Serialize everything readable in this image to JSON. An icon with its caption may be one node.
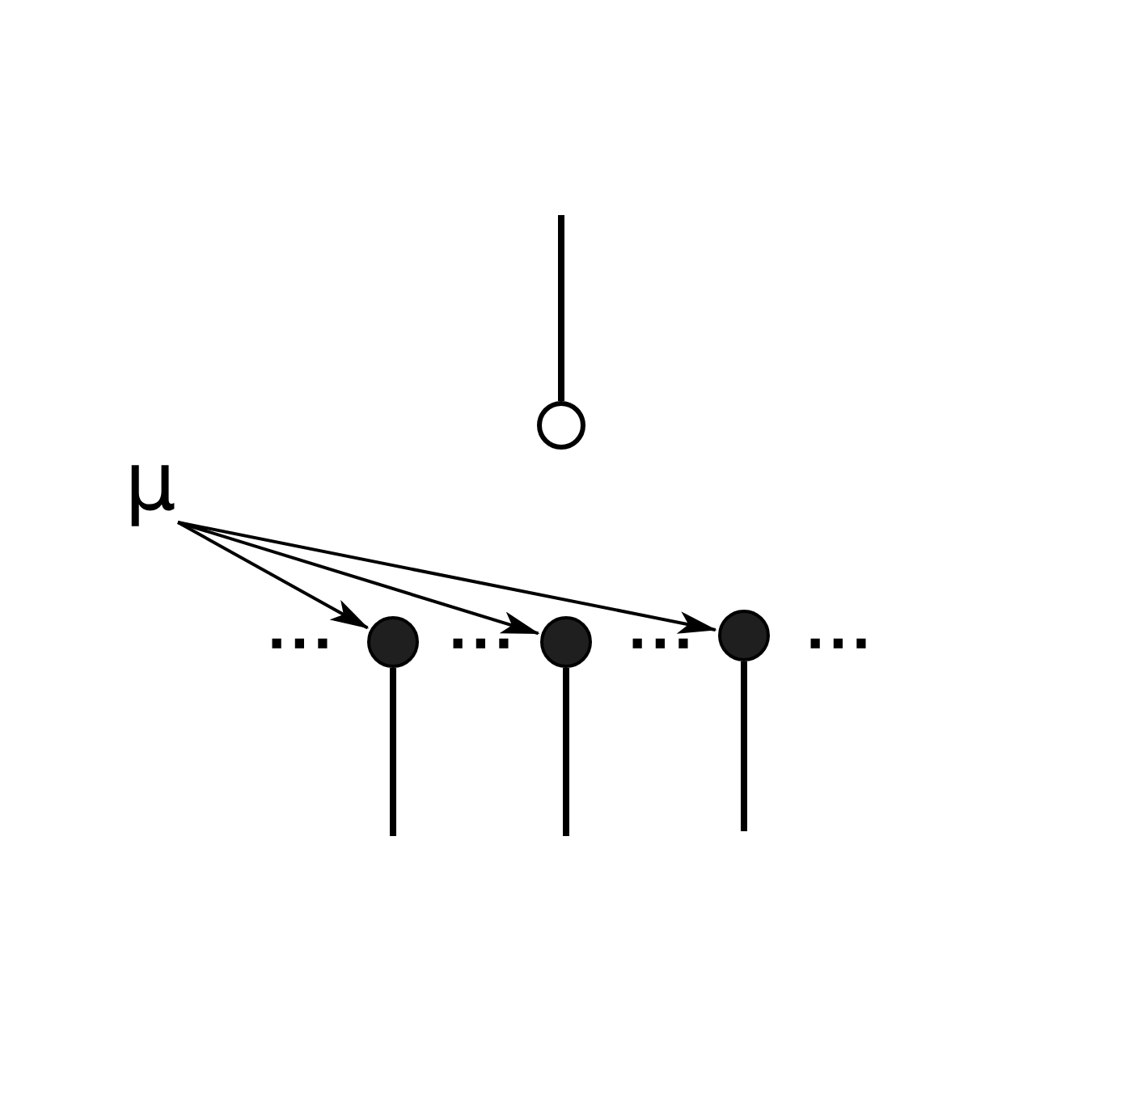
{
  "diagram": {
    "nodes": [
      {
        "text": [
          "μ"
        ]
      },
      {
        "text": [],
        "shape": "circle"
      },
      {
        "text": [],
        "shape": "dot"
      },
      {
        "text": [],
        "shape": "dot"
      },
      {
        "text": [],
        "shape": "dot"
      }
    ],
    "edges": [
      {
        "from": 0,
        "to": 2,
        "arrow": "to"
      },
      {
        "from": 0,
        "to": 3,
        "arrow": "to"
      },
      {
        "from": 0,
        "to": 4,
        "arrow": "to"
      }
    ],
    "labels": [
      "···",
      "···",
      "···",
      "···"
    ]
  }
}
